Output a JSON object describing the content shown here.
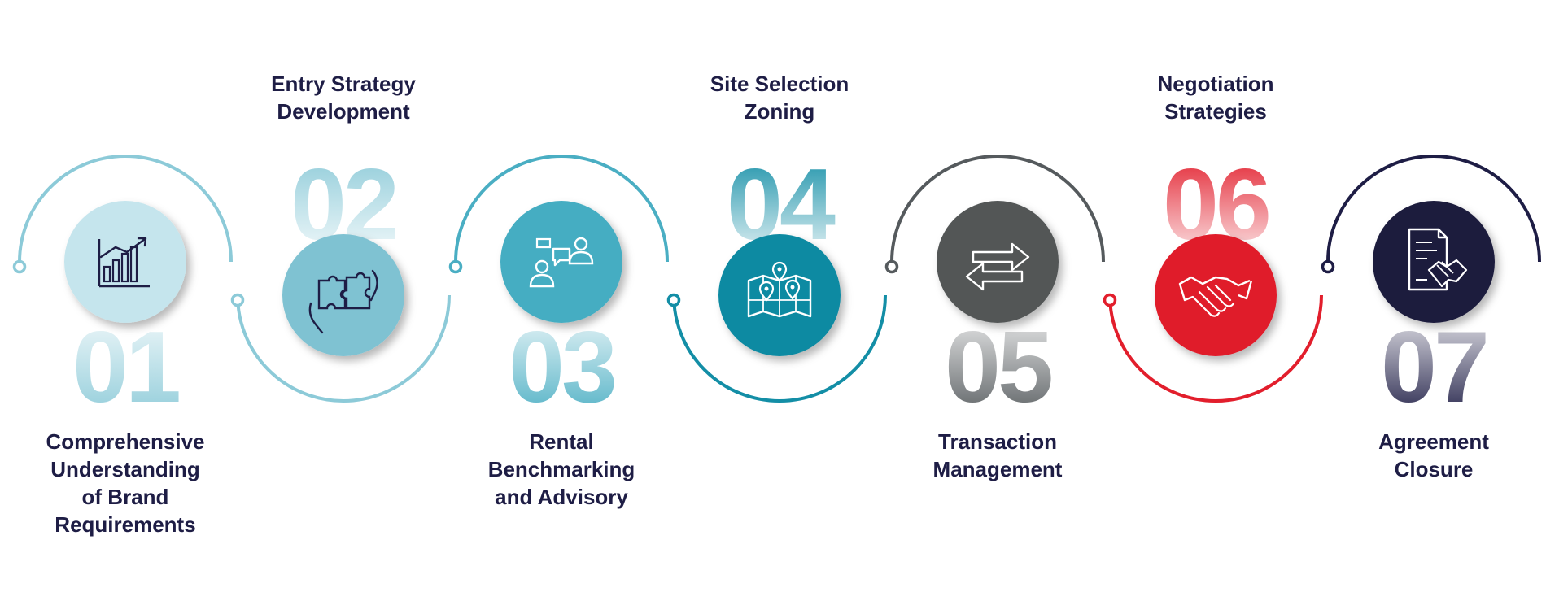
{
  "steps": [
    {
      "number": "01",
      "title_lines": [
        "Comprehensive",
        "Understanding",
        "of Brand",
        "Requirements"
      ],
      "color": "#8ccad8",
      "fill": "#c5e5ed",
      "icon": "chart-growth-icon",
      "icon_color": "#1e1d45"
    },
    {
      "number": "02",
      "title_lines": [
        "Entry Strategy",
        "Development"
      ],
      "color": "#8ccad8",
      "fill": "#7fc2d2",
      "icon": "puzzle-hands-icon",
      "icon_color": "#1e1d45"
    },
    {
      "number": "03",
      "title_lines": [
        "Rental",
        "Benchmarking",
        "and Advisory"
      ],
      "color": "#4aaec3",
      "fill": "#45adc2",
      "icon": "consultation-icon",
      "icon_color": "#ffffff"
    },
    {
      "number": "04",
      "title_lines": [
        "Site Selection",
        "Zoning"
      ],
      "color": "#138ea6",
      "fill": "#0d8aa2",
      "icon": "location-map-icon",
      "icon_color": "#ffffff"
    },
    {
      "number": "05",
      "title_lines": [
        "Transaction",
        "Management"
      ],
      "color": "#555a5d",
      "fill": "#525657",
      "icon": "exchange-arrows-icon",
      "icon_color": "#ffffff"
    },
    {
      "number": "06",
      "title_lines": [
        "Negotiation",
        "Strategies"
      ],
      "color": "#e21e2c",
      "fill": "#e01b2b",
      "icon": "handshake-icon",
      "icon_color": "#ffffff"
    },
    {
      "number": "07",
      "title_lines": [
        "Agreement",
        "Closure"
      ],
      "color": "#1e1d45",
      "fill": "#1c1b3d",
      "icon": "contract-handshake-icon",
      "icon_color": "#ffffff"
    }
  ],
  "colors": {
    "title": "#1e1d45",
    "background": "#ffffff"
  }
}
